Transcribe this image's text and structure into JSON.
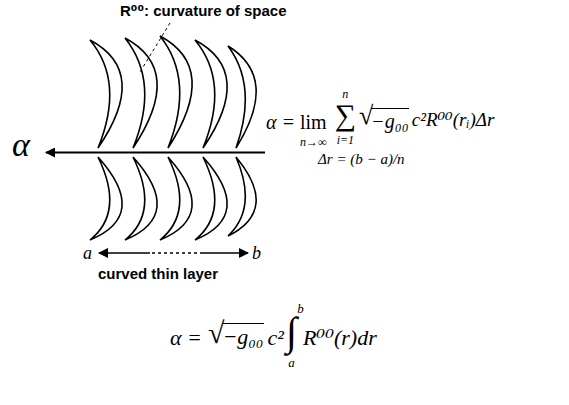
{
  "diagram": {
    "labels": [
      "R⁰⁰: curvature of space",
      "α",
      "α =",
      "lim",
      "n→∞",
      "n",
      "∑",
      "i=1",
      "√",
      "−g₀₀",
      "c²R⁰⁰(rᵢ)Δr",
      "Δr = (b − a)/n",
      "a",
      "b",
      "curved thin layer",
      "α =",
      "√",
      "−g₀₀",
      "c²",
      "∫",
      "b",
      "a",
      "R⁰⁰(r)dr"
    ]
  }
}
